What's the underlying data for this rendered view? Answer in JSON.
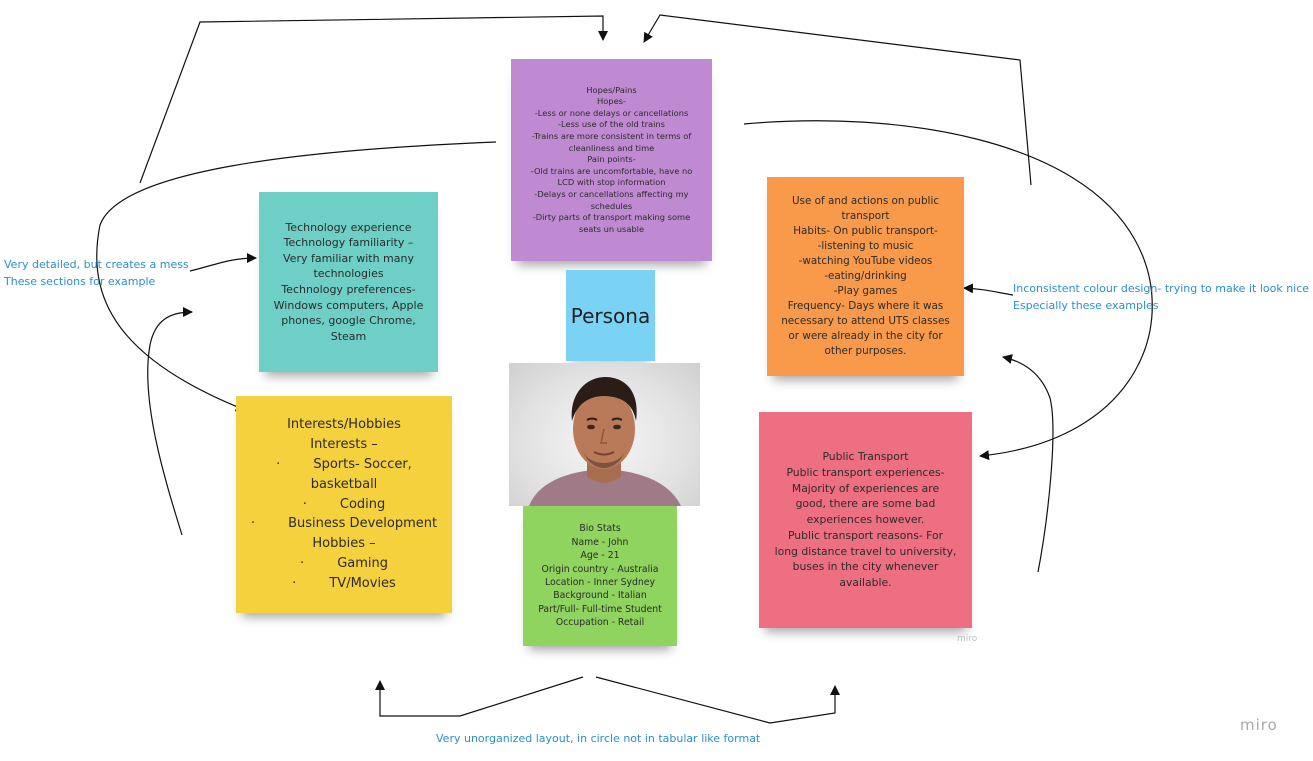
{
  "board": {
    "hopes_note": {
      "lines": [
        "Hopes/Pains",
        "Hopes-",
        "-Less or none delays or cancellations",
        "-Less use of the old trains",
        "-Trains are more consistent in terms of",
        "cleanliness and time",
        "Pain points-",
        "-Old trains are uncomfortable, have no",
        "LCD with stop information",
        "-Delays or cancellations affecting my",
        "schedules",
        "-Dirty parts of transport making some",
        "seats un usable"
      ]
    },
    "tech_note": {
      "lines": [
        "Technology experience",
        "Technology familiarity –",
        "Very familiar with many",
        "technologies",
        "Technology preferences-",
        "Windows computers, Apple",
        "phones, google Chrome,",
        "Steam"
      ]
    },
    "persona_note": {
      "label": "Persona"
    },
    "interests_note": {
      "lines": [
        "Interests/Hobbies",
        "Interests –",
        "·        Sports- Soccer,",
        "basketball",
        "·        Coding",
        "·        Business Development",
        "Hobbies –",
        "·        Gaming",
        "·        TV/Movies"
      ]
    },
    "bio_note": {
      "lines": [
        "Bio Stats",
        "Name - John",
        "Age - 21",
        "Origin country - Australia",
        "Location - Inner Sydney",
        "Background - Italian",
        "Part/Full- Full-time Student",
        "Occupation - Retail"
      ]
    },
    "public_use_note": {
      "lines": [
        "Use of and actions on public",
        "transport",
        "Habits- On public transport-",
        "-listening to music",
        "-watching YouTube videos",
        "-eating/drinking",
        "-Play games",
        "Frequency- Days where it was",
        "necessary to attend UTS classes",
        "or were already in the city for",
        "other purposes."
      ]
    },
    "transport_note": {
      "lines": [
        "Public Transport",
        "Public transport experiences-",
        "Majority of experiences are",
        "good, there are some bad",
        "experiences however.",
        "Public transport reasons- For",
        "long distance travel to university,",
        "buses in the city whenever",
        "available."
      ]
    }
  },
  "comments": {
    "left": [
      "Very detailed, but creates a mess",
      "These sections for example"
    ],
    "right": [
      "Inconsistent colour design- trying to make it look nice",
      "Especially these examples"
    ],
    "bottom": "Very unorganized layout, in circle not in tabular like format"
  },
  "watermark": {
    "small": "miro",
    "large": "miro"
  },
  "colors": {
    "comment_text": "#2d8fc9",
    "note_purple": "#c08ad2",
    "note_teal": "#6ecfc7",
    "note_blue": "#7ad3f5",
    "note_yellow": "#f5d13d",
    "note_green": "#8fd45f",
    "note_orange": "#f89a4a",
    "note_pink": "#ee6f81"
  }
}
